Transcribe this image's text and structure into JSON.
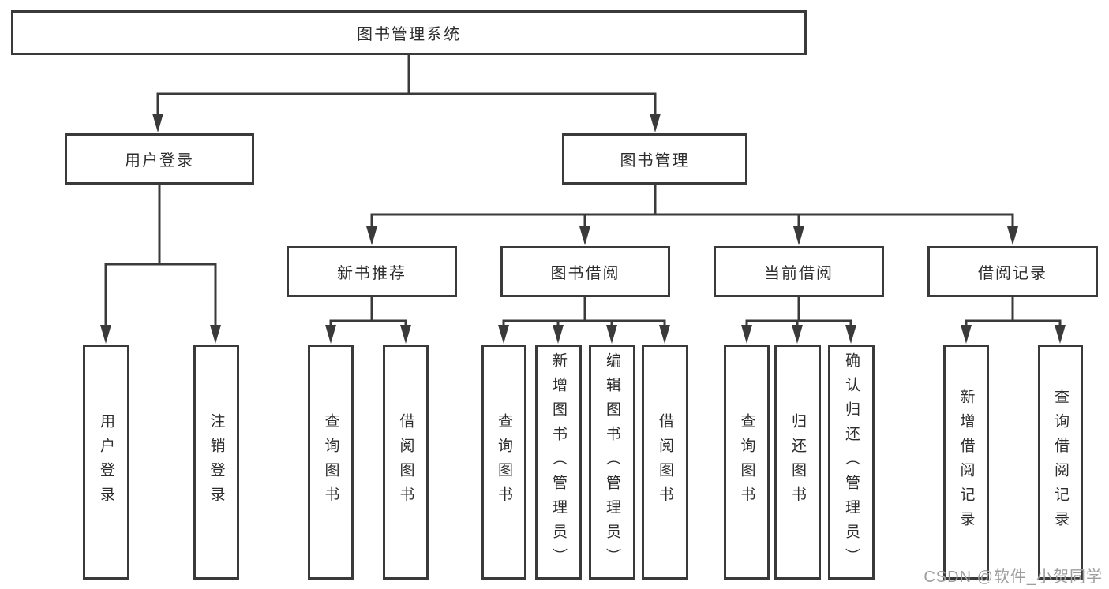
{
  "diagram": {
    "root": "图书管理系统",
    "branches": [
      {
        "label": "用户登录",
        "children": [
          "用户登录",
          "注销登录"
        ]
      },
      {
        "label": "图书管理",
        "sections": [
          {
            "label": "新书推荐",
            "children": [
              "查询图书",
              "借阅图书"
            ]
          },
          {
            "label": "图书借阅",
            "children": [
              "查询图书",
              "新增图书（管理员）",
              "编辑图书（管理员）",
              "借阅图书"
            ]
          },
          {
            "label": "当前借阅",
            "children": [
              "查询图书",
              "归还图书",
              "确认归还（管理员）"
            ]
          },
          {
            "label": "借阅记录",
            "children": [
              "新增借阅记录",
              "查询借阅记录"
            ]
          }
        ]
      }
    ]
  },
  "colors": {
    "line": "#3a3a3a",
    "box_border": "#3a3a3a",
    "text": "#2d2d2d",
    "watermark": "#9e9e9e",
    "background": "#ffffff"
  },
  "watermark": "CSDN @软件_小贺同学"
}
